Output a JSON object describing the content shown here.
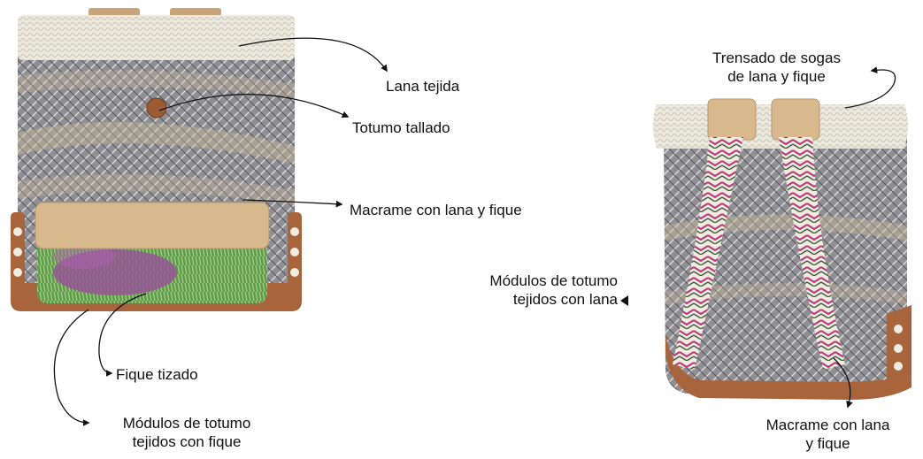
{
  "labels": {
    "lana_tejida": "Lana tejida",
    "totumo_tallado": "Totumo tallado",
    "macrame_front": "Macrame con lana y fique",
    "fique_tizado": "Fique tizado",
    "modulos_fique_line1": "Módulos de totumo",
    "modulos_fique_line2": "tejidos con fique",
    "trensado_line1": "Trensado de sogas",
    "trensado_line2": "de lana y fique",
    "modulos_lana_line1": "Módulos de totumo",
    "modulos_lana_line2": "tejidos con lana",
    "macrame_back_line1": "Macrame con lana",
    "macrame_back_line2": "y fique"
  },
  "colors": {
    "wool_band": "#e6e3d8",
    "weave_base": "#8e8e92",
    "weave_stripe": "#b9ab92",
    "leather": "#a8643a",
    "patch_fabric": "#d8b88d",
    "pocket_green": "#5f9a4a",
    "pocket_purple": "#9a4a9c",
    "strap_pink": "#b83a78",
    "arrow": "#111111"
  }
}
